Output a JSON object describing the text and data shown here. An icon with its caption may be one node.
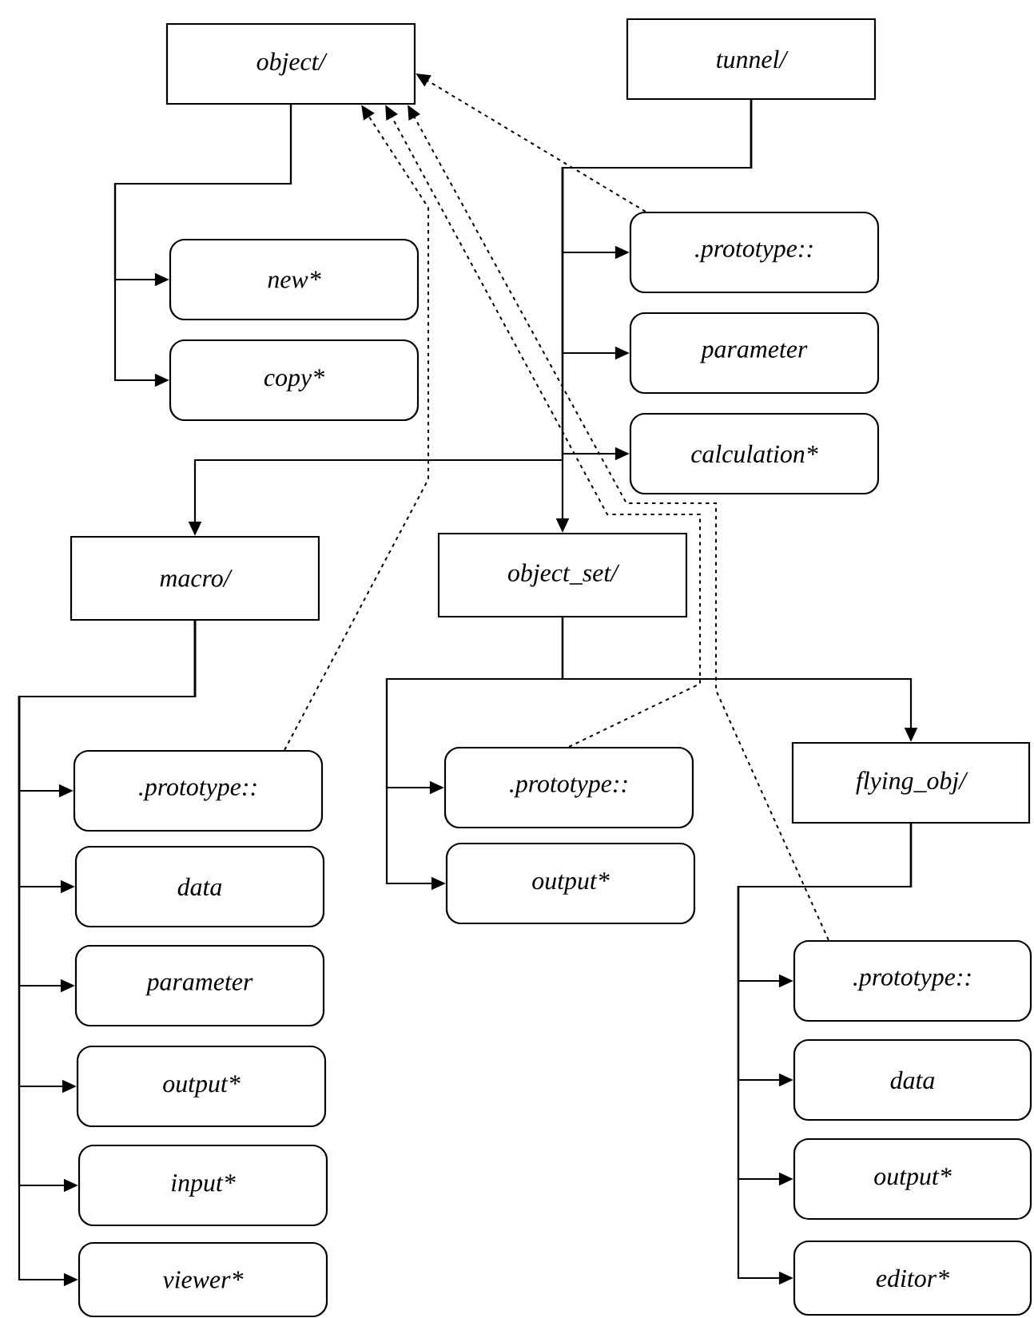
{
  "diagram": {
    "nodes": [
      {
        "text": [
          "object/"
        ]
      },
      {
        "text": [
          "tunnel/"
        ]
      },
      {
        "text": [
          "new*"
        ]
      },
      {
        "text": [
          "copy*"
        ]
      },
      {
        "text": [
          ".prototype::"
        ]
      },
      {
        "text": [
          "parameter"
        ]
      },
      {
        "text": [
          "calculation*"
        ]
      },
      {
        "text": [
          "macro/"
        ]
      },
      {
        "text": [
          "object_set/"
        ]
      },
      {
        "text": [
          ".prototype::"
        ]
      },
      {
        "text": [
          ".prototype::"
        ]
      },
      {
        "text": [
          "flying_obj/"
        ]
      },
      {
        "text": [
          "output*"
        ]
      },
      {
        "text": [
          "data"
        ]
      },
      {
        "text": [
          "parameter"
        ]
      },
      {
        "text": [
          "output*"
        ]
      },
      {
        "text": [
          "input*"
        ]
      },
      {
        "text": [
          "viewer*"
        ]
      },
      {
        "text": [
          ".prototype::"
        ]
      },
      {
        "text": [
          "data"
        ]
      },
      {
        "text": [
          "output*"
        ]
      },
      {
        "text": [
          "editor*"
        ]
      }
    ],
    "edges": [
      {
        "from": 0,
        "to": 2,
        "arrow": "to"
      },
      {
        "from": 0,
        "to": 3,
        "arrow": "to"
      },
      {
        "from": 1,
        "to": 4,
        "arrow": "to"
      },
      {
        "from": 1,
        "to": 5,
        "arrow": "to"
      },
      {
        "from": 1,
        "to": 6,
        "arrow": "to"
      },
      {
        "from": 1,
        "to": 7,
        "arrow": "to"
      },
      {
        "from": 1,
        "to": 8,
        "arrow": "to"
      },
      {
        "from": 7,
        "to": 9,
        "arrow": "to"
      },
      {
        "from": 7,
        "to": 13,
        "arrow": "to"
      },
      {
        "from": 7,
        "to": 14,
        "arrow": "to"
      },
      {
        "from": 7,
        "to": 15,
        "arrow": "to"
      },
      {
        "from": 7,
        "to": 16,
        "arrow": "to"
      },
      {
        "from": 7,
        "to": 17,
        "arrow": "to"
      },
      {
        "from": 8,
        "to": 10,
        "arrow": "to"
      },
      {
        "from": 8,
        "to": 12,
        "arrow": "to"
      },
      {
        "from": 8,
        "to": 11,
        "arrow": "to"
      },
      {
        "from": 11,
        "to": 18,
        "arrow": "to"
      },
      {
        "from": 11,
        "to": 19,
        "arrow": "to"
      },
      {
        "from": 11,
        "to": 20,
        "arrow": "to"
      },
      {
        "from": 11,
        "to": 21,
        "arrow": "to"
      },
      {
        "from": 4,
        "to": 0,
        "arrow": "to",
        "style": "dashed"
      },
      {
        "from": 9,
        "to": 0,
        "arrow": "to",
        "style": "dashed"
      },
      {
        "from": 10,
        "to": 0,
        "arrow": "to",
        "style": "dashed"
      },
      {
        "from": 18,
        "to": 0,
        "arrow": "to",
        "style": "dashed"
      }
    ]
  }
}
